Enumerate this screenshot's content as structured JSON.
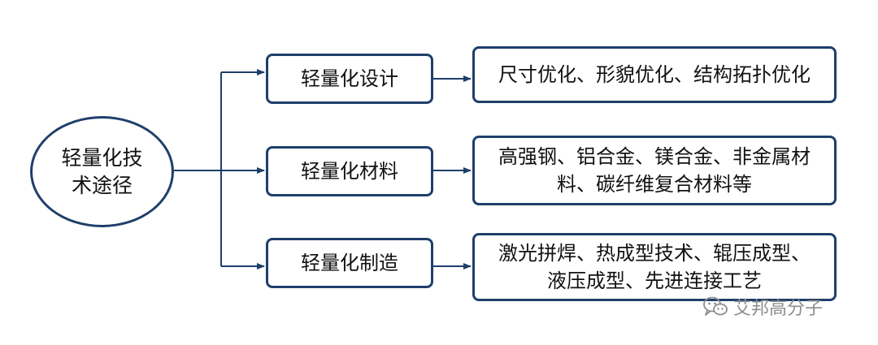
{
  "root": {
    "line1": "轻量化技",
    "line2": "术途径"
  },
  "branches": [
    {
      "label": "轻量化设计",
      "detail_lines": [
        "尺寸优化、形貌优化、结构拓扑优化"
      ]
    },
    {
      "label": "轻量化材料",
      "detail_lines": [
        "高强钢、铝合金、镁合金、非金属材",
        "料、碳纤维复合材料等"
      ]
    },
    {
      "label": "轻量化制造",
      "detail_lines": [
        "激光拼焊、热成型技术、辊压成型、",
        "液压成型、先进连接工艺"
      ]
    }
  ],
  "watermark": {
    "icon": "wechat-icon",
    "text": "艾邦高分子"
  },
  "colors": {
    "border": "#1f3f6b",
    "connector": "#1f3f6b",
    "watermark": "#8e8e8e"
  }
}
